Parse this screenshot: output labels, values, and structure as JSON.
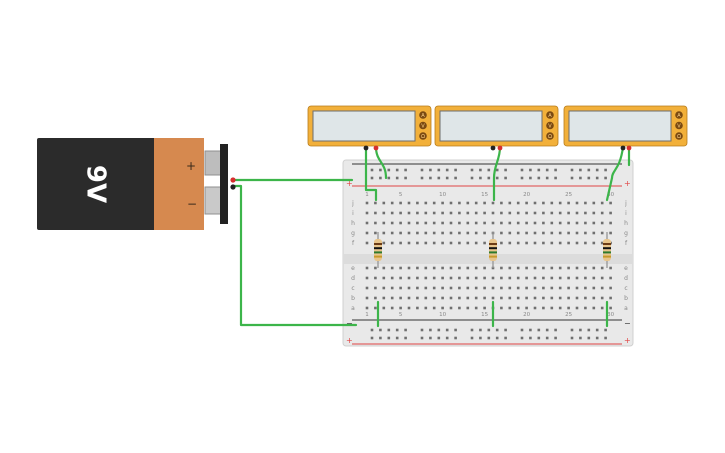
{
  "battery": {
    "label": "9V",
    "plus": "+",
    "minus": "−",
    "colors": {
      "body": "#2b2b2b",
      "cap": "#d6894f",
      "terminal": "#bdbdbd"
    }
  },
  "multimeters": [
    {
      "id": "left",
      "buttons": [
        "A",
        "V",
        "Ω"
      ]
    },
    {
      "id": "center",
      "buttons": [
        "A",
        "V",
        "Ω"
      ]
    },
    {
      "id": "right",
      "buttons": [
        "A",
        "V",
        "Ω"
      ]
    }
  ],
  "breadboard": {
    "rail_plus": "+",
    "rail_minus": "−",
    "row_letters_top": [
      "j",
      "i",
      "h",
      "g",
      "f"
    ],
    "row_letters_bottom": [
      "e",
      "d",
      "c",
      "b",
      "a"
    ],
    "column_numbers": [
      "1",
      "",
      "",
      "",
      "5",
      "",
      "",
      "",
      "",
      "10",
      "",
      "",
      "",
      "",
      "15",
      "",
      "",
      "",
      "",
      "20",
      "",
      "",
      "",
      "",
      "25",
      "",
      "",
      "",
      "",
      "30"
    ],
    "colors": {
      "board": "#e9e9e9",
      "hole": "#6f6f6f",
      "rail_red": "#e04545",
      "rail_dark": "#333333"
    }
  },
  "wires": {
    "color": "#3cb54a"
  },
  "meter_colors": {
    "frame": "#f2b03a",
    "screen": "#dfe6e8",
    "button": "#7a4a12"
  },
  "resistor_colors": {
    "body": "#e8c58c",
    "bands": [
      "#6b3b16",
      "#111111",
      "#2d7a2f",
      "#c89a2b"
    ]
  }
}
